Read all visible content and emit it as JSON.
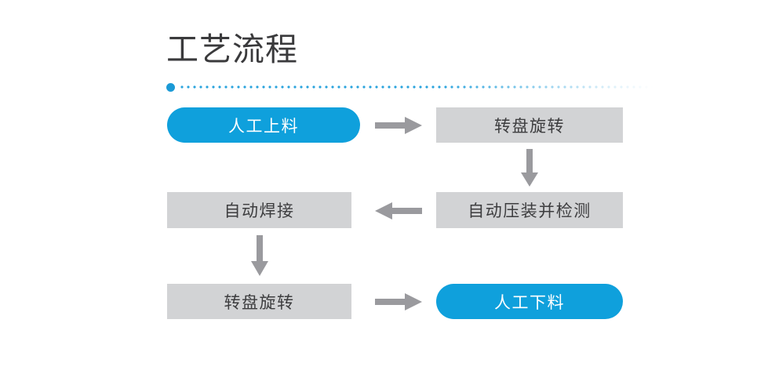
{
  "page": {
    "title": "工艺流程",
    "background_color": "#ffffff"
  },
  "theme": {
    "accent_blue": "#0fa0dc",
    "node_gray": "#d2d3d5",
    "text_dark": "#3d3d3f",
    "title_color": "#3a3a3c",
    "arrow_gray": "#9a9a9e",
    "dot_blue": "#2aa3dd"
  },
  "divider": {
    "name": "dotted-divider",
    "lead_dot_color": "#1b9ad6",
    "dot_color": "#2aa3dd"
  },
  "flow": {
    "nodes": [
      {
        "id": "manual-load",
        "label": "人工上料",
        "style": "blue",
        "row": 1,
        "col": 1
      },
      {
        "id": "turntable-1",
        "label": "转盘旋转",
        "style": "gray",
        "row": 1,
        "col": 2
      },
      {
        "id": "press-test",
        "label": "自动压装并检测",
        "style": "gray",
        "row": 2,
        "col": 2
      },
      {
        "id": "auto-weld",
        "label": "自动焊接",
        "style": "gray",
        "row": 2,
        "col": 1
      },
      {
        "id": "turntable-2",
        "label": "转盘旋转",
        "style": "gray",
        "row": 3,
        "col": 1
      },
      {
        "id": "manual-unload",
        "label": "人工下料",
        "style": "blue",
        "row": 3,
        "col": 2
      }
    ],
    "connectors": [
      {
        "id": "load-to-turntable",
        "from": "manual-load",
        "to": "turntable-1",
        "direction": "right"
      },
      {
        "id": "turntable-to-press",
        "from": "turntable-1",
        "to": "press-test",
        "direction": "down"
      },
      {
        "id": "press-to-weld",
        "from": "press-test",
        "to": "auto-weld",
        "direction": "left"
      },
      {
        "id": "weld-to-turntable",
        "from": "auto-weld",
        "to": "turntable-2",
        "direction": "down"
      },
      {
        "id": "turntable-to-unload",
        "from": "turntable-2",
        "to": "manual-unload",
        "direction": "right"
      }
    ]
  }
}
